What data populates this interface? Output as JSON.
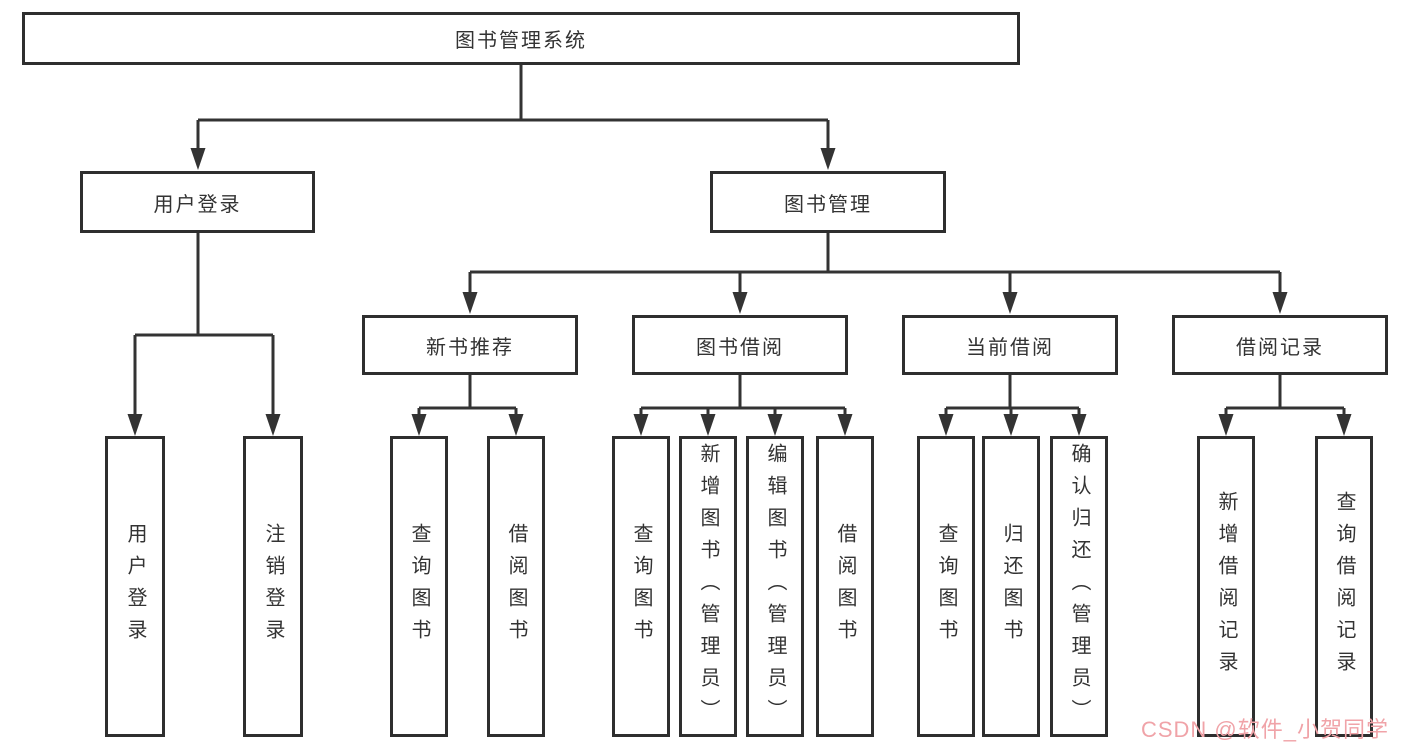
{
  "diagram_type": "hierarchy-tree",
  "nodes": {
    "root": "图书管理系统",
    "user_login": "用户登录",
    "book_mgmt": "图书管理",
    "new_book_rec": "新书推荐",
    "book_borrow": "图书借阅",
    "current_borrow": "当前借阅",
    "borrow_records": "借阅记录",
    "leaf_user_login": "用户登录",
    "leaf_logout": "注销登录",
    "leaf_rec_query_book": "查询图书",
    "leaf_rec_borrow_book": "借阅图书",
    "leaf_bb_query_book": "查询图书",
    "leaf_bb_add_book_admin": "新增图书（管理员）",
    "leaf_bb_edit_book_admin": "编辑图书（管理员）",
    "leaf_bb_borrow_book": "借阅图书",
    "leaf_cb_query_book": "查询图书",
    "leaf_cb_return_book": "归还图书",
    "leaf_cb_confirm_return_admin": "确认归还（管理员）",
    "leaf_br_add_record": "新增借阅记录",
    "leaf_br_query_record": "查询借阅记录"
  },
  "edges": [
    [
      "图书管理系统",
      "用户登录"
    ],
    [
      "图书管理系统",
      "图书管理"
    ],
    [
      "用户登录",
      "用户登录"
    ],
    [
      "用户登录",
      "注销登录"
    ],
    [
      "图书管理",
      "新书推荐"
    ],
    [
      "图书管理",
      "图书借阅"
    ],
    [
      "图书管理",
      "当前借阅"
    ],
    [
      "图书管理",
      "借阅记录"
    ],
    [
      "新书推荐",
      "查询图书"
    ],
    [
      "新书推荐",
      "借阅图书"
    ],
    [
      "图书借阅",
      "查询图书"
    ],
    [
      "图书借阅",
      "新增图书（管理员）"
    ],
    [
      "图书借阅",
      "编辑图书（管理员）"
    ],
    [
      "图书借阅",
      "借阅图书"
    ],
    [
      "当前借阅",
      "查询图书"
    ],
    [
      "当前借阅",
      "归还图书"
    ],
    [
      "当前借阅",
      "确认归还（管理员）"
    ],
    [
      "借阅记录",
      "新增借阅记录"
    ],
    [
      "借阅记录",
      "查询借阅记录"
    ]
  ],
  "watermark": "CSDN @软件_小贺同学",
  "colors": {
    "line": "#333333",
    "border": "#2e2e2e",
    "text": "#333333",
    "watermark": "#f0a3a8",
    "background": "#ffffff"
  }
}
